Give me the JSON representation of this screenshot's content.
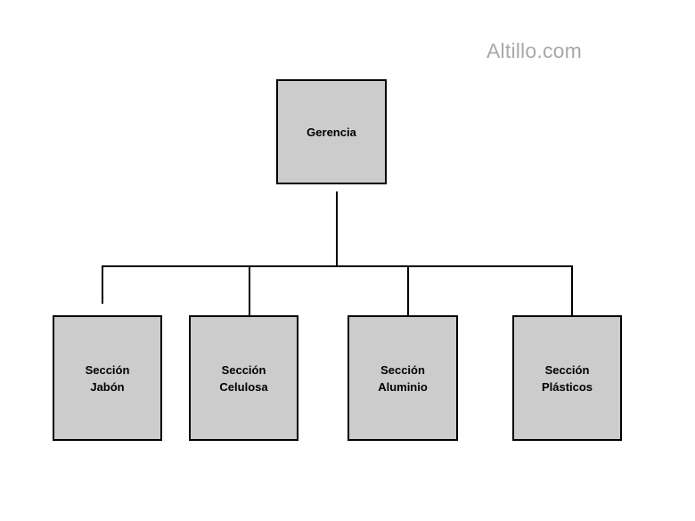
{
  "watermark": "Altillo.com",
  "root": {
    "label": "Gerencia"
  },
  "children": [
    {
      "line1": "Sección",
      "line2": "Jabón"
    },
    {
      "line1": "Sección",
      "line2": "Celulosa"
    },
    {
      "line1": "Sección",
      "line2": "Aluminio"
    },
    {
      "line1": "Sección",
      "line2": "Plásticos"
    }
  ],
  "colors": {
    "box_fill": "#cccccc",
    "box_border": "#000000",
    "connector": "#000000",
    "watermark": "#a9a9a9"
  }
}
